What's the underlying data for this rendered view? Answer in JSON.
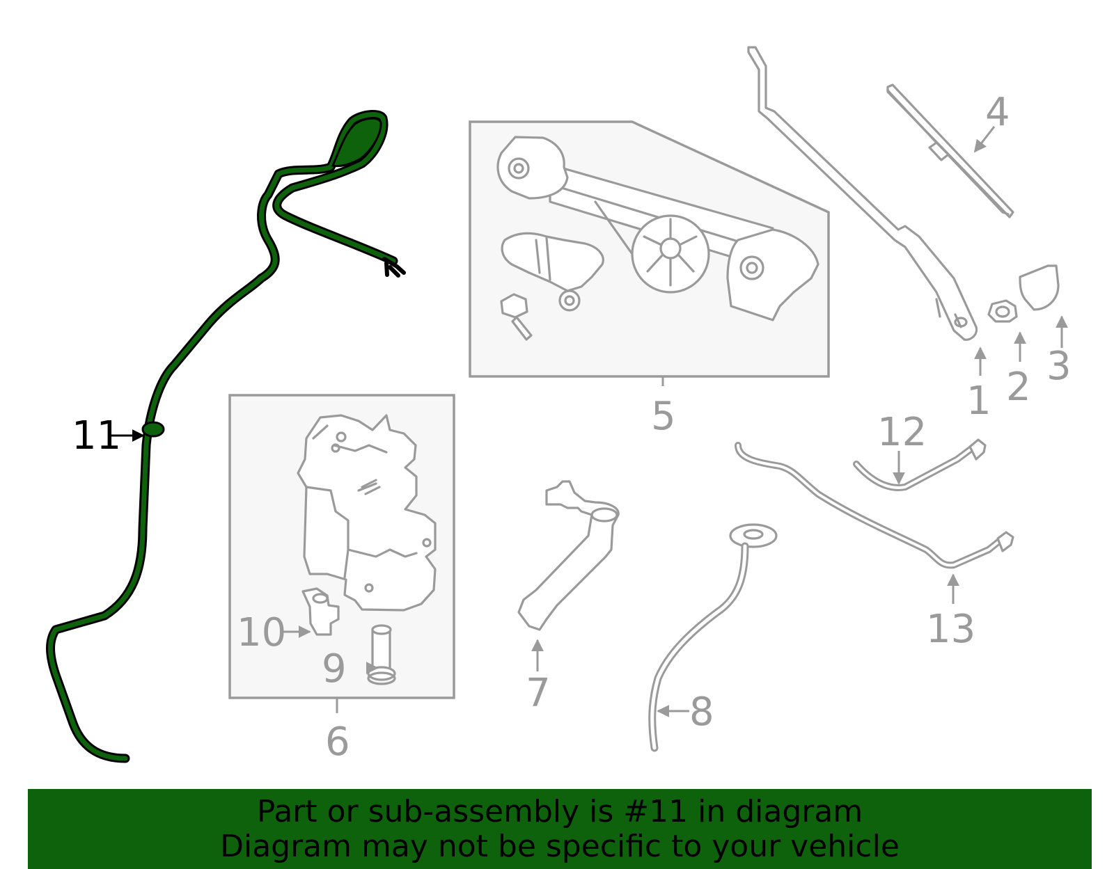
{
  "colors": {
    "highlight": "#0e620b",
    "outline": "#9a9a9a",
    "banner_text": "#000000"
  },
  "callouts": {
    "c1": "1",
    "c2": "2",
    "c3": "3",
    "c4": "4",
    "c5": "5",
    "c6": "6",
    "c7": "7",
    "c8": "8",
    "c9": "9",
    "c10": "10",
    "c11": "11",
    "c12": "12",
    "c13": "13"
  },
  "highlighted_part": "11",
  "banner": {
    "line1": "Part or sub-assembly is #11 in diagram",
    "line2": "Diagram may not be specific to your vehicle"
  }
}
